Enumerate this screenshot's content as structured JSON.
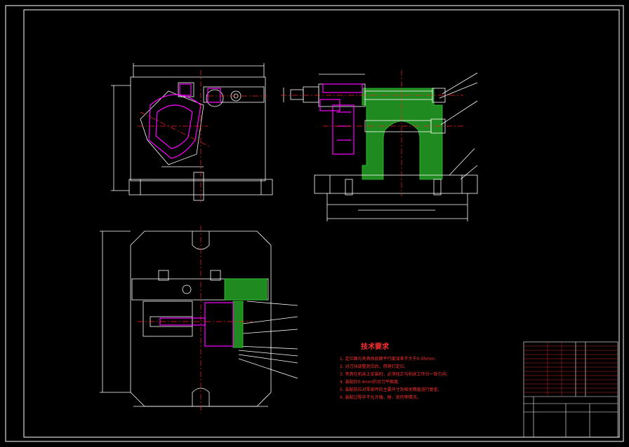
{
  "drawing": {
    "title": "CAD fixture assembly drawing",
    "colors": {
      "background": "#000000",
      "line": "#ffffff",
      "section": "#33cc33",
      "part": "#ff00ff",
      "center": "#ff2020",
      "text": "#ff3030"
    }
  },
  "tech_notes": {
    "title": "技术要求",
    "items": [
      "1. 定位面与夹具体底面平行度误差不大于0.05mm;",
      "2. 对刀块调整到位后，用销钉定位;",
      "3. 夹具在机床上安装时，必须找正与机床工作台一致方向;",
      "4. 装配后0.4mm的对刀平面度;",
      "5. 装配前应对零部件的主要尺寸及相关精度进行复查;",
      "6. 装配过程中不允许磕、碰、划伤等情况。"
    ]
  }
}
